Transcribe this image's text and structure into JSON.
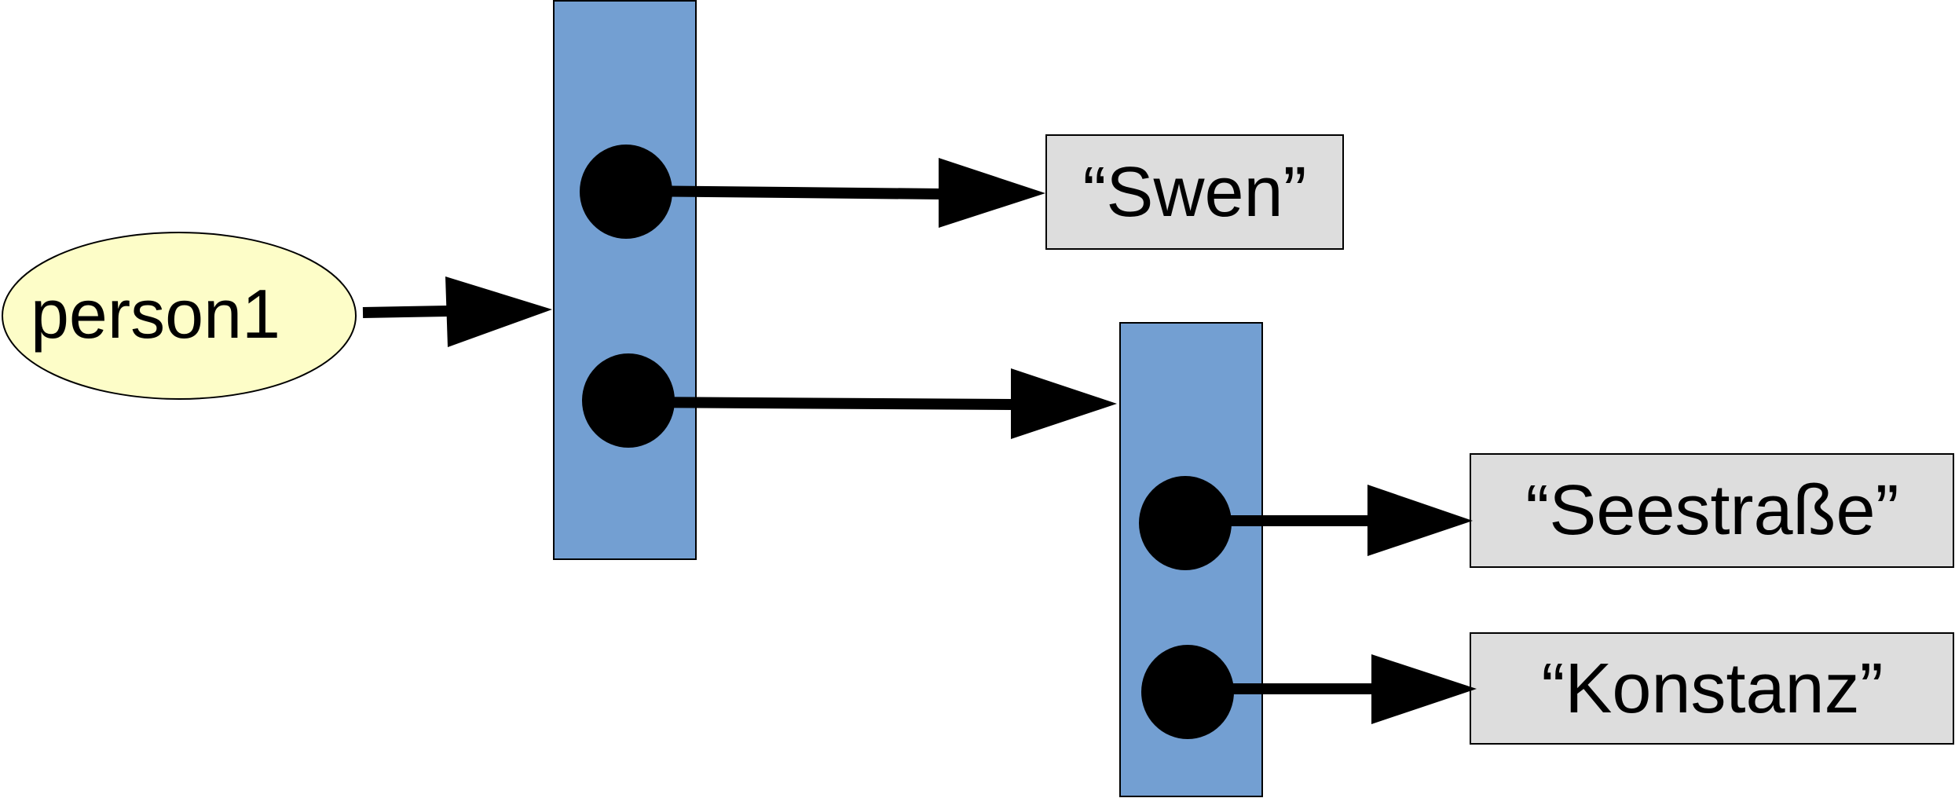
{
  "variable": {
    "label": "person1",
    "fill": "#fdfdc8"
  },
  "objects": {
    "fill": "#739fd2"
  },
  "values": {
    "fill": "#dddddd",
    "name": "“Swen”",
    "street": "“Seestraße”",
    "city": "“Konstanz”"
  }
}
